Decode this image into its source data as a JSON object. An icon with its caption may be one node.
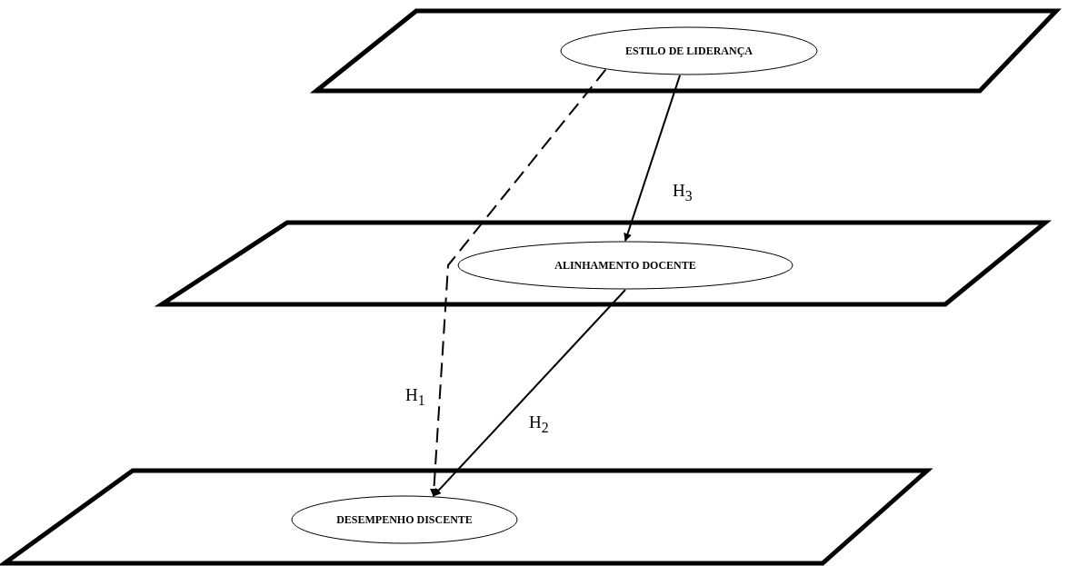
{
  "diagram": {
    "nodes": [
      {
        "text": [],
        "shape": "parallelogram"
      },
      {
        "text": [
          "ESTILO DE LIDERANÇA"
        ],
        "in": 0
      },
      {
        "text": [],
        "shape": "parallelogram"
      },
      {
        "text": [
          "ALINHAMENTO DOCENTE"
        ],
        "in": 2
      },
      {
        "text": [],
        "shape": "parallelogram"
      },
      {
        "text": [
          "DESEMPENHO DISCENTE"
        ],
        "in": 4
      }
    ],
    "edges": [
      {
        "from": 1,
        "to": 3,
        "arrow": "to",
        "label": "H$_{3}$"
      },
      {
        "from": 1,
        "to": 5,
        "arrow": "to",
        "label": "H$_{1}$",
        "style": "dashed"
      },
      {
        "from": 3,
        "to": 5,
        "arrow": "to",
        "label": "H$_{2}$"
      }
    ]
  }
}
